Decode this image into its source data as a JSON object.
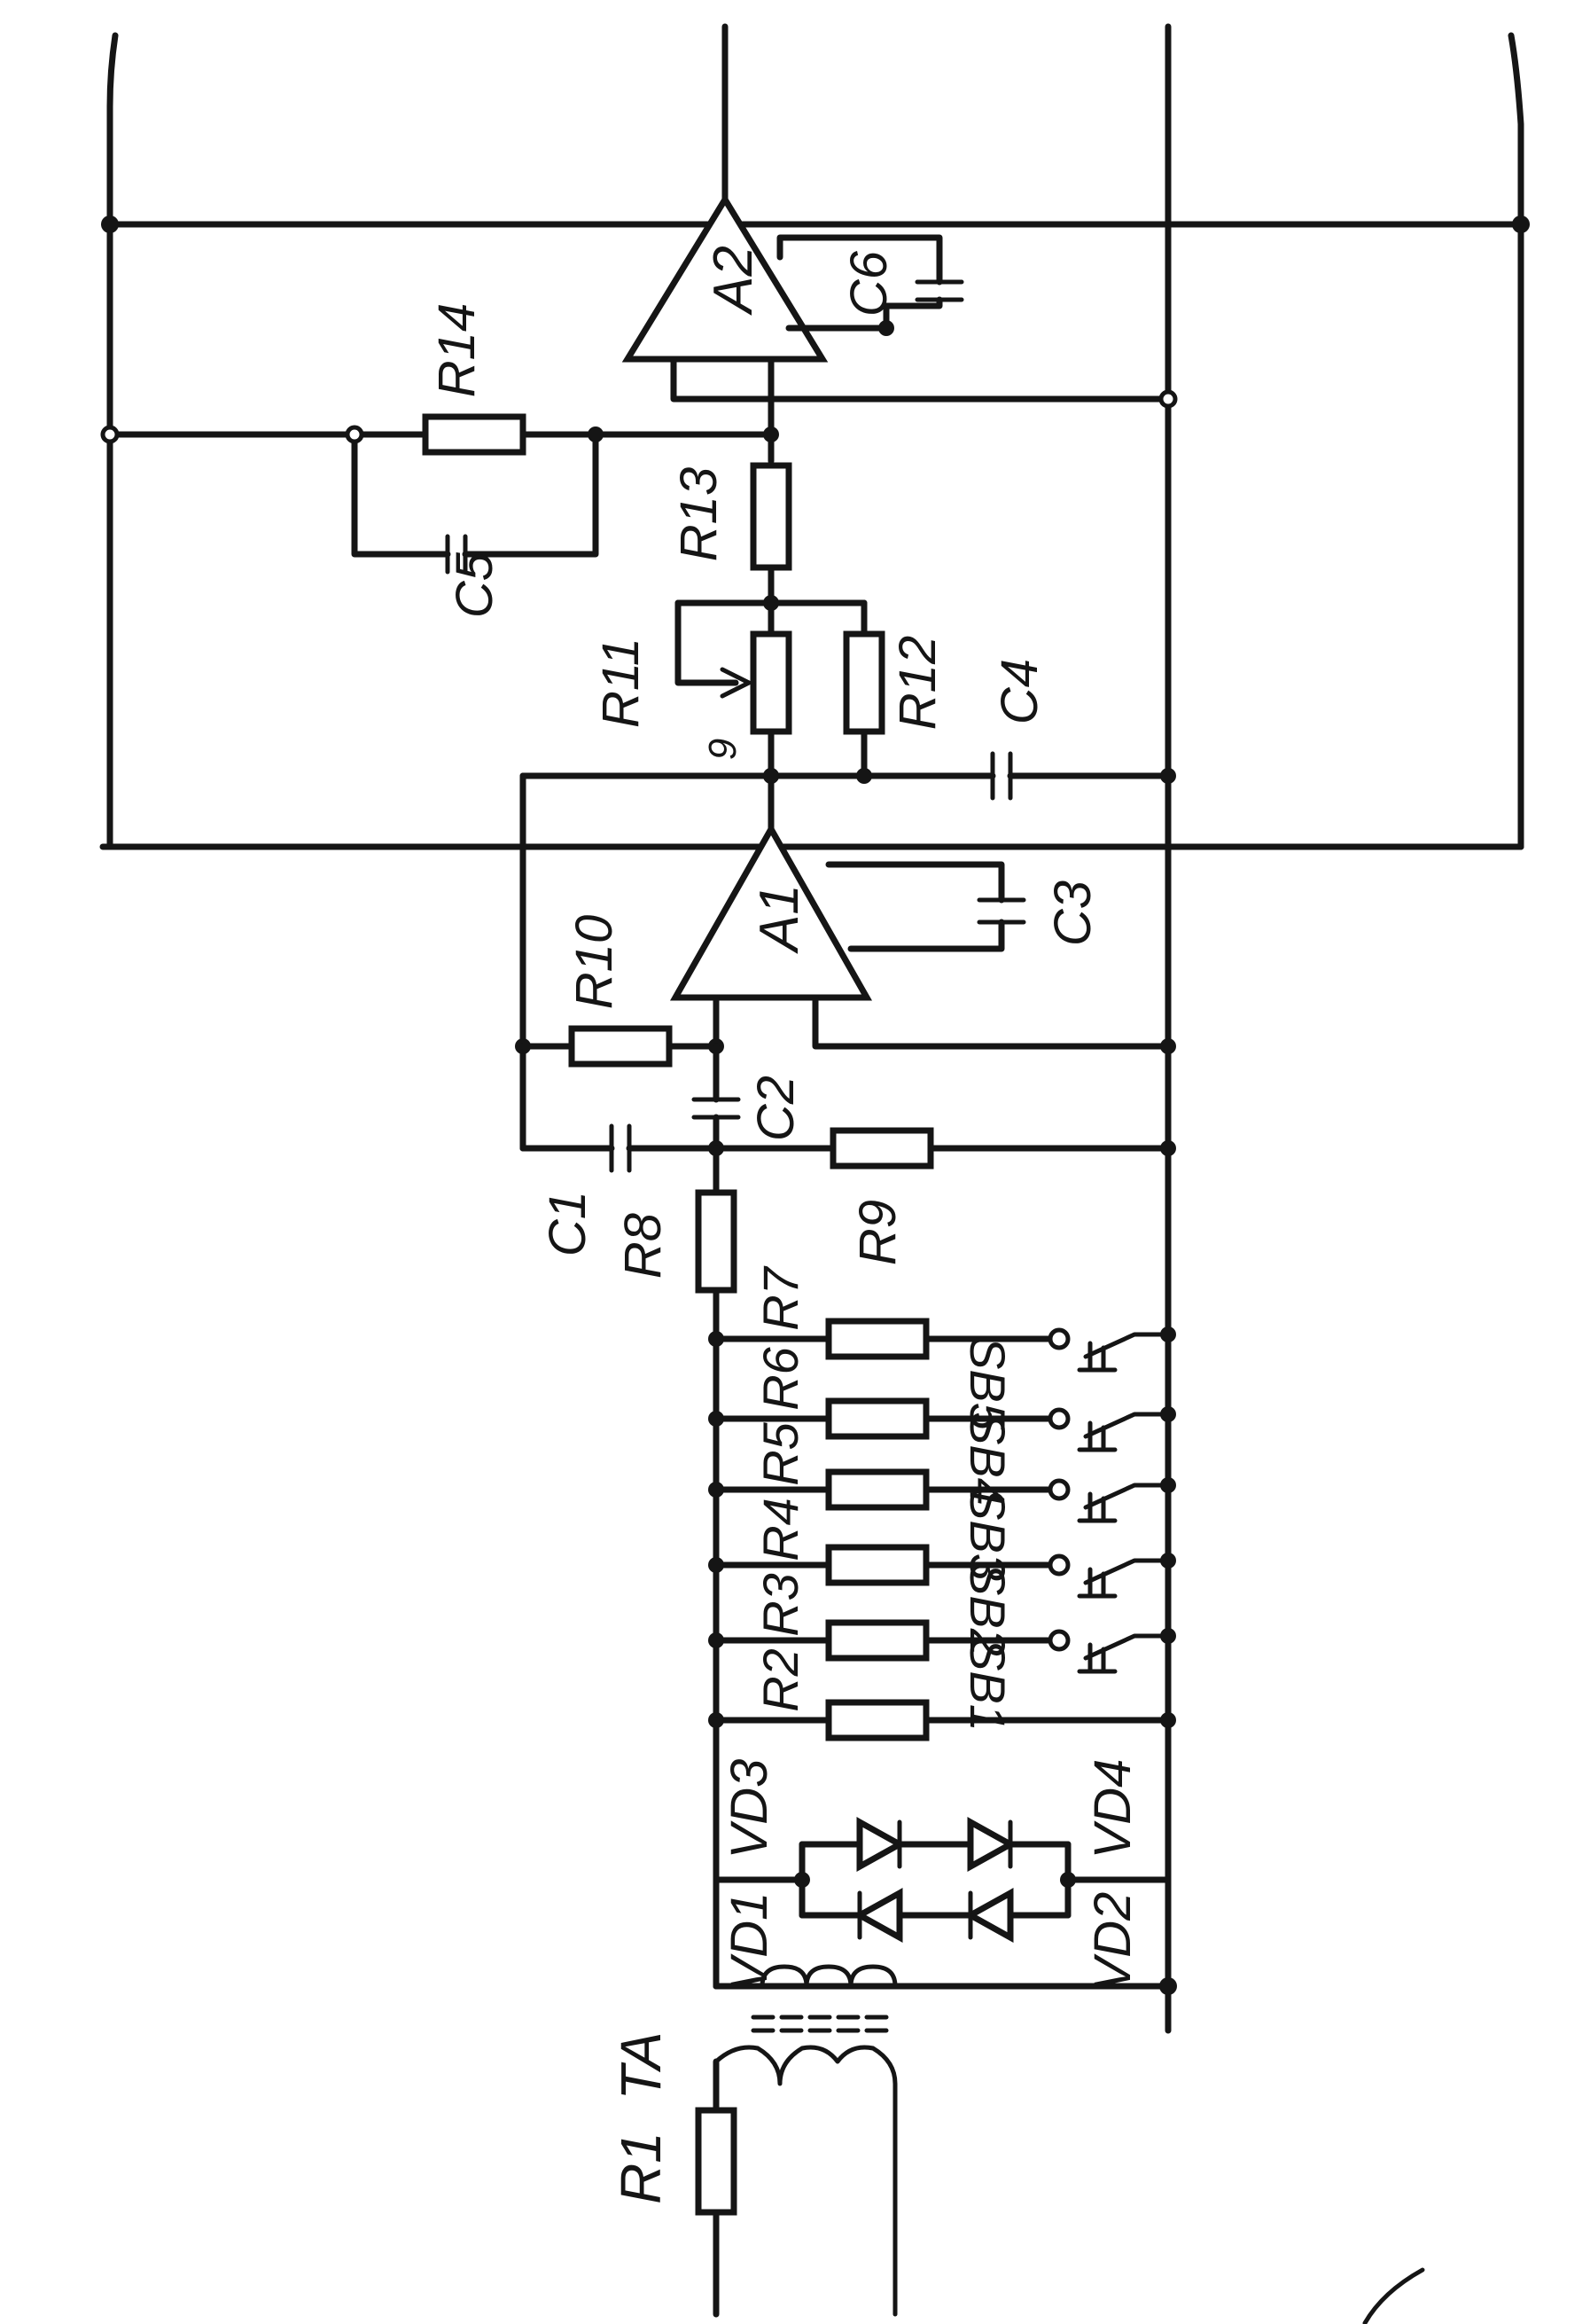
{
  "labels": {
    "R1": "R1",
    "TA": "TA",
    "VD1": "VD1",
    "VD2": "VD2",
    "VD3": "VD3",
    "VD4": "VD4",
    "R2": "R2",
    "R3": "R3",
    "R4": "R4",
    "R5": "R5",
    "R6": "R6",
    "R7": "R7",
    "SB1": "SB1",
    "SB2": "SB2",
    "SB3": "SB3",
    "SB4": "SB4",
    "SB5": "SB5",
    "R8": "R8",
    "R9": "R9",
    "R10": "R10",
    "C1": "C1",
    "C2": "C2",
    "C3": "C3",
    "C4": "C4",
    "A1": "A1",
    "A2": "A2",
    "R11": "R11",
    "R12": "R12",
    "R13": "R13",
    "R14": "R14",
    "C5": "C5",
    "C6": "C6",
    "node9": "9"
  },
  "colors": {
    "ink": "#151515",
    "paper": "#ffffff"
  }
}
